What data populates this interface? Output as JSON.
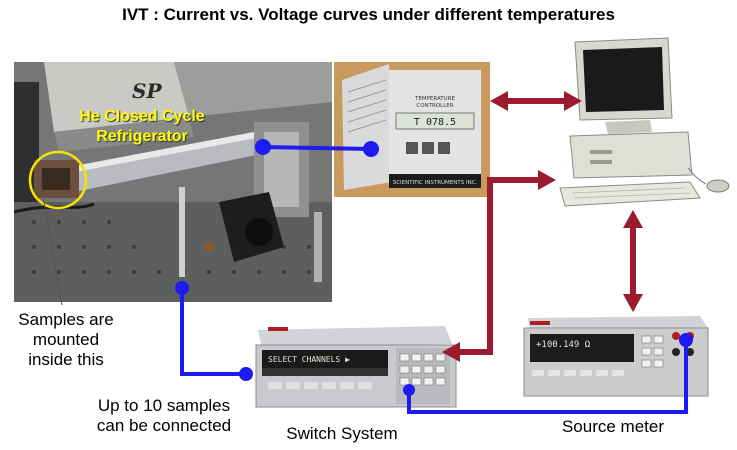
{
  "title": "IVT : Current vs. Voltage curves under different temperatures",
  "photo": {
    "brand": "SP",
    "label_line1": "He Closed Cycle",
    "label_line2": "Refrigerator"
  },
  "temperature_controller": {
    "label_line1": "TEMPERATURE",
    "label_line2": "CONTROLLER",
    "display": "T 078.5",
    "maker": "SCIENTIFIC INSTRUMENTS INC."
  },
  "switch_system": {
    "display": "SELECT CHANNELS ▶",
    "label": "Switch System"
  },
  "source_meter": {
    "display": "+100.149 Ω",
    "label": "Source meter"
  },
  "annotations": {
    "samples_line1": "Samples are",
    "samples_line2": "mounted",
    "samples_line3": "inside this",
    "connect_line1": "Up to 10 samples",
    "connect_line2": "can be connected"
  },
  "colors": {
    "blue_link": "#1c1cf0",
    "red_link": "#9b1c2e",
    "he_label": "#ffff00",
    "sample_circle": "#f4e400"
  }
}
